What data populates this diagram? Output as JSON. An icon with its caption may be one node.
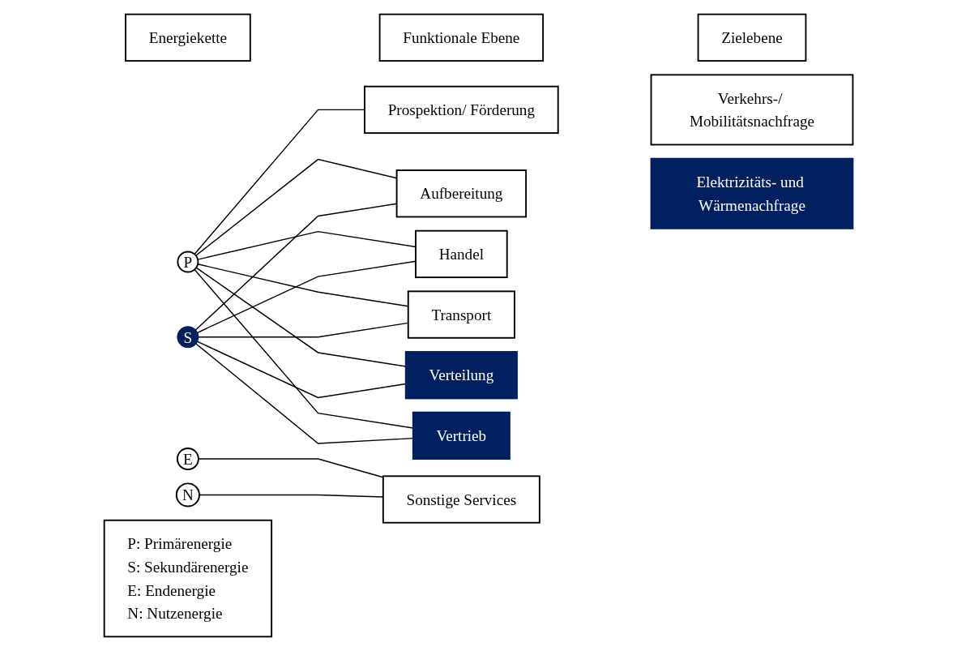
{
  "diagram": {
    "nodes": [
      {
        "text": [
          "Energiekette"
        ]
      },
      {
        "text": [
          "Funktionale Ebene"
        ]
      },
      {
        "text": [
          "Zielebene"
        ]
      },
      {
        "text": [
          "P"
        ]
      },
      {
        "text": [
          "Prospektion/ Förderung"
        ]
      },
      {
        "text": [
          "Verkehrs-/ Mobilitätsnachfrage"
        ]
      },
      {
        "text": [
          "S"
        ]
      },
      {
        "text": [
          "Aufbereitung"
        ]
      },
      {
        "text": [
          "Elektrizitäts- und Wärmenachfrage"
        ]
      },
      {
        "text": [
          "Handel"
        ]
      },
      {
        "text": [
          "E"
        ]
      },
      {
        "text": [
          "Transport"
        ]
      },
      {
        "text": [
          "N"
        ]
      },
      {
        "text": [
          "Verteilung"
        ]
      },
      {
        "text": [
          "Vertrieb"
        ]
      },
      {
        "text": [
          "P: Primärenergie",
          "S: Sekundärenergie",
          "E: Endenergie",
          "N: Nutzenergie"
        ]
      },
      {
        "text": [
          "Sonstige Services"
        ]
      }
    ],
    "edges": [
      {
        "from": 3,
        "to": 4,
        "arrow": "none"
      },
      {
        "from": 3,
        "to": 7,
        "arrow": "none"
      },
      {
        "from": 3,
        "to": 9,
        "arrow": "none"
      },
      {
        "from": 3,
        "to": 11,
        "arrow": "none"
      },
      {
        "from": 3,
        "to": 13,
        "arrow": "none"
      },
      {
        "from": 3,
        "to": 14,
        "arrow": "none"
      },
      {
        "from": 6,
        "to": 7,
        "arrow": "none"
      },
      {
        "from": 6,
        "to": 9,
        "arrow": "none"
      },
      {
        "from": 6,
        "to": 11,
        "arrow": "none"
      },
      {
        "from": 6,
        "to": 13,
        "arrow": "none"
      },
      {
        "from": 6,
        "to": 14,
        "arrow": "none"
      },
      {
        "from": 10,
        "to": 16,
        "arrow": "none"
      },
      {
        "from": 12,
        "to": 16,
        "arrow": "none"
      }
    ]
  }
}
